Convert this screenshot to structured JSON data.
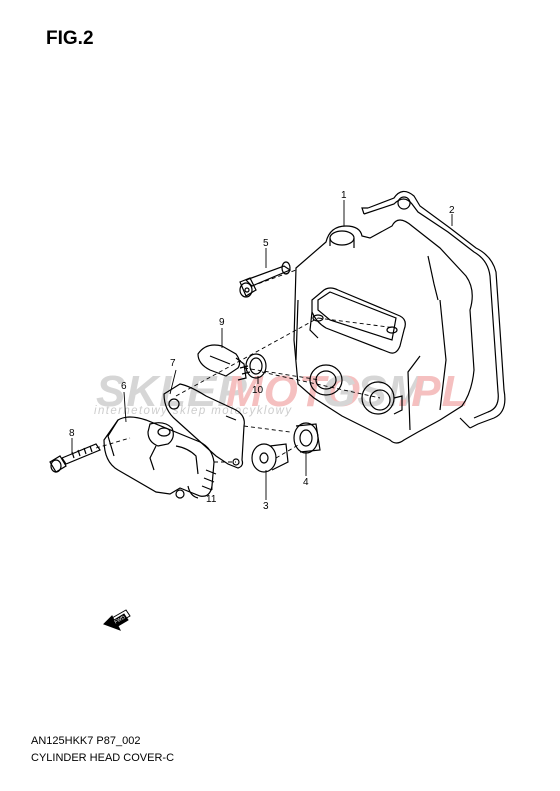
{
  "figure_label": "FIG.2",
  "footer": {
    "code": "AN125HKK7 P87_002",
    "title": "CYLINDER HEAD COVER-C"
  },
  "callouts": [
    "1",
    "2",
    "3",
    "4",
    "5",
    "6",
    "7",
    "8",
    "9",
    "10",
    "11"
  ],
  "watermark": {
    "part1": "SKLEP",
    "part2": "MOTO",
    "part3": "GSM",
    "part4": ".PL",
    "tagline": "internetowy sklep motocyklowy"
  },
  "fwd_badge": "FWD",
  "colors": {
    "line": "#000000",
    "watermark_gray": "#cfcfcf",
    "watermark_red": "#f2b8b8"
  }
}
